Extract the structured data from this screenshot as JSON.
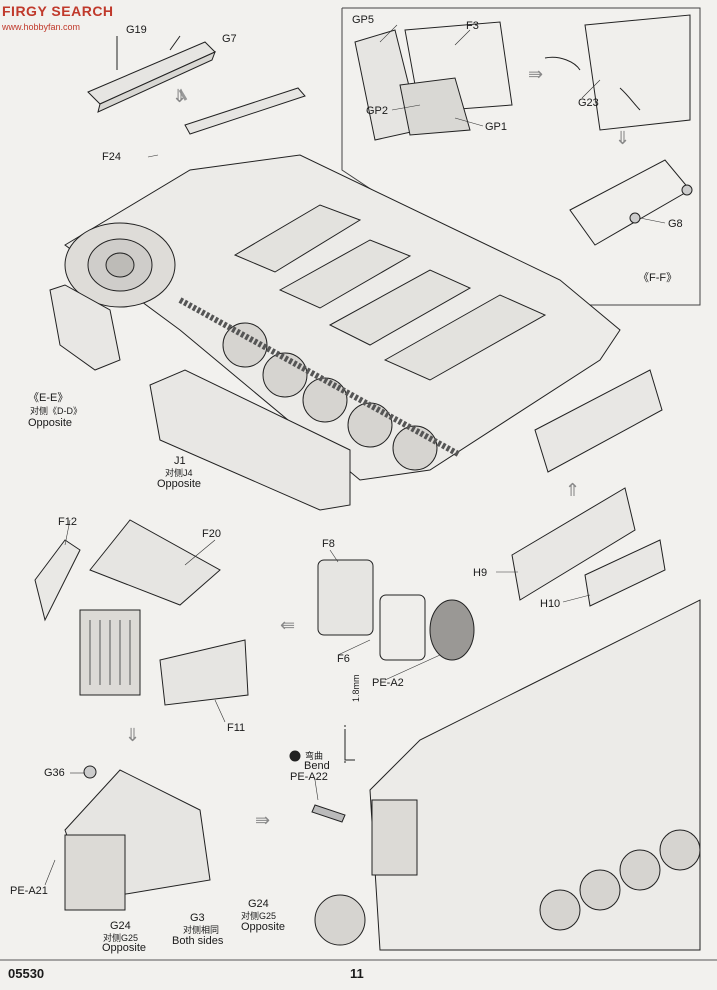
{
  "watermark": {
    "text": "FIRGY SEARCH",
    "sub": "www.hobbyfan.com"
  },
  "labels": {
    "g19": "G19",
    "g7": "G7",
    "f24": "F24",
    "gp5": "GP5",
    "f3": "F3",
    "gp2": "GP2",
    "gp1": "GP1",
    "g23": "G23",
    "g8": "G8",
    "ff": "《F-F》",
    "ee": "《E-E》",
    "ee_cn": "对侧《D-D》",
    "ee_opp": "Opposite",
    "j1": "J1",
    "j1_cn": "对侧J4",
    "j1_opp": "Opposite",
    "f12": "F12",
    "f20": "F20",
    "f11": "F11",
    "f8": "F8",
    "f6": "F6",
    "pea2": "PE-A2",
    "h9": "H9",
    "h10": "H10",
    "dim": "1.8mm",
    "bend_cn": "弯曲",
    "bend": "Bend",
    "pea22": "PE-A22",
    "g36": "G36",
    "pea21": "PE-A21",
    "g24a": "G24",
    "g24a_cn": "对侧G25",
    "g24a_opp": "Opposite",
    "g3": "G3",
    "g3_cn": "对侧相同",
    "g3_both": "Both sides",
    "g24b": "G24",
    "g24b_cn": "对侧G25",
    "g24b_opp": "Opposite"
  },
  "footer": {
    "code": "05530",
    "page": "11"
  }
}
